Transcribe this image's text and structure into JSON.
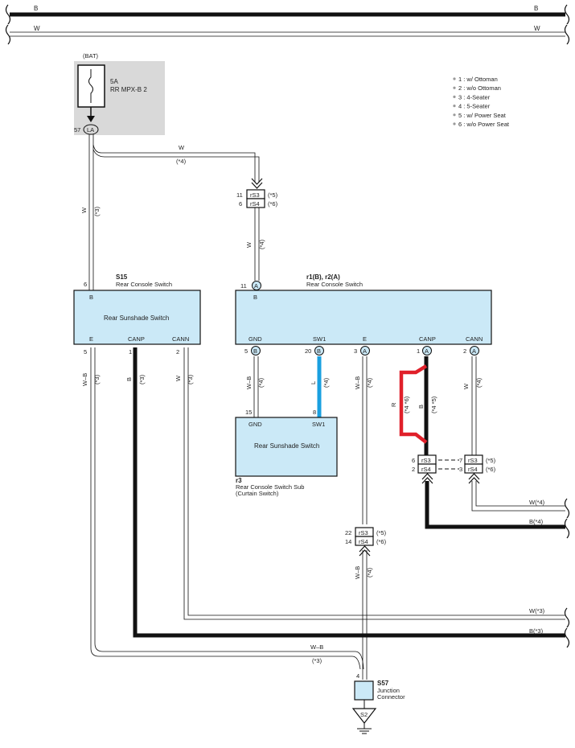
{
  "bus": {
    "top_b": "B",
    "top_w": "W"
  },
  "fuse": {
    "source": "(BAT)",
    "rating": "5A",
    "name": "RR MPX-B 2",
    "pin": "57",
    "connector": "LA"
  },
  "legend": [
    "1 : w/ Ottoman",
    "2 : w/o Ottoman",
    "3 : 4-Seater",
    "4 : 5-Seater",
    "5 : w/ Power Seat",
    "6 : w/o Power Seat"
  ],
  "wires": {
    "w": "W",
    "b": "B",
    "wb": "W–B",
    "l": "L",
    "r": "R",
    "n3": "(*3)",
    "n4": "(*4)",
    "n5": "(*5)",
    "n6": "(*6)",
    "n46": "(*4 *6)",
    "n45": "(*4 *5)",
    "w_n4": "W(*4)",
    "b_n4": "B(*4)",
    "w_n3": "W(*3)",
    "b_n3": "B(*3)"
  },
  "junctions": {
    "rs3": "rS3",
    "rs4": "rS4",
    "top_pin_rs3": "11",
    "top_pin_rs4": "6",
    "mid_pin_rs3": "22",
    "mid_pin_rs4": "14",
    "canp_pin_rs3": "6",
    "canp_pin_rs4": "2",
    "cann_pin_rs3": "7",
    "cann_pin_rs4": "3"
  },
  "s15": {
    "code": "S15",
    "name": "Rear Console Switch",
    "box_label": "Rear Sunshade Switch",
    "pin_b": "6",
    "term_b": "B",
    "pin_e": "5",
    "term_e": "E",
    "pin_canp": "1",
    "term_canp": "CANP",
    "pin_cann": "2",
    "term_cann": "CANN"
  },
  "r1": {
    "code": "r1(B), r2(A)",
    "name": "Rear Console Switch",
    "pin_b": "11",
    "conn_a": "A",
    "conn_b": "B",
    "term_b": "B",
    "pin_gnd": "5",
    "term_gnd": "GND",
    "pin_sw1": "20",
    "term_sw1": "SW1",
    "pin_e": "3",
    "term_e": "E",
    "pin_canp": "1",
    "term_canp": "CANP",
    "pin_cann": "2",
    "term_cann": "CANN"
  },
  "r3": {
    "code": "r3",
    "name": "Rear Console Switch Sub",
    "sub": "(Curtain Switch)",
    "box_label": "Rear Sunshade Switch",
    "pin_gnd": "15",
    "term_gnd": "GND",
    "pin_sw1": "8",
    "term_sw1": "SW1"
  },
  "s57": {
    "code": "S57",
    "name": "Junction",
    "name2": "Connector",
    "pin": "4",
    "ground": "S2"
  },
  "colors": {
    "black_wire": "#111111",
    "blue_wire": "#1aa0e0",
    "red_wire": "#e0202a",
    "box_fill": "#cbe9f7",
    "fuse_bg": "#d9d9d9"
  }
}
